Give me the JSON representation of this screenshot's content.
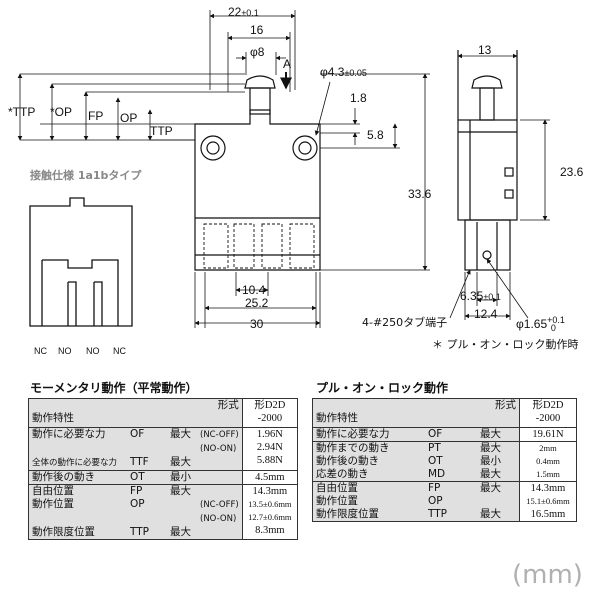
{
  "drawing": {
    "dims": {
      "d22": "22",
      "d22_tol": "±0.1",
      "d16": "16",
      "d8": "φ8",
      "arrow_a": "A",
      "d43": "φ4.3",
      "d43_tol": "±0.05",
      "d18": "1.8",
      "d58": "5.8",
      "d336": "33.6",
      "d104": "10.4",
      "d252": "25.2",
      "d30": "30",
      "d13": "13",
      "d236": "23.6",
      "d635": "6.35",
      "d635_tol": "±0.1",
      "d124": "12.4",
      "d165": "φ1.65",
      "d165_tol_up": "+0.1",
      "d165_tol_dn": "0"
    },
    "side_labels": [
      "*TTP",
      "*OP",
      "FP",
      "OP",
      "TTP"
    ],
    "contact_title": "接触仕様 1a1bタイプ",
    "terminals": [
      "NC",
      "NO",
      "NO",
      "NC"
    ],
    "tab_note": "4-#250タブ端子",
    "pull_note": "＊ プル・オン・ロック動作時"
  },
  "momentary": {
    "title": "モーメンタリ動作（平常動作）",
    "head_left": "動作特性",
    "head_right_top": "形式",
    "model_top": "形D2D",
    "model_bottom": "-2000",
    "rows": [
      {
        "a": "動作に必要な力",
        "b": "OF",
        "c": "最大",
        "d": "(NC-OFF)",
        "v": "1.96N"
      },
      {
        "a": "",
        "b": "",
        "c": "",
        "d": "(NO-ON)",
        "v": "2.94N"
      },
      {
        "a": "全体の動作に必要な力",
        "b": "TTF",
        "c": "最大",
        "d": "",
        "v": "5.88N"
      },
      {
        "a": "動作後の動き",
        "b": "OT",
        "c": "最小",
        "d": "",
        "v": "4.5mm"
      },
      {
        "a": "自由位置",
        "b": "FP",
        "c": "最大",
        "d": "",
        "v": "14.3mm"
      },
      {
        "a": "動作位置",
        "b": "OP",
        "c": "",
        "d": "(NC-OFF)",
        "v": "13.5±0.6mm"
      },
      {
        "a": "",
        "b": "",
        "c": "",
        "d": "(NO-ON)",
        "v": "12.7±0.6mm"
      },
      {
        "a": "動作限度位置",
        "b": "TTP",
        "c": "最大",
        "d": "",
        "v": "8.3mm"
      }
    ]
  },
  "pull_on_lock": {
    "title": "プル・オン・ロック動作",
    "head_left": "動作特性",
    "head_right_top": "形式",
    "model_top": "形D2D",
    "model_bottom": "-2000",
    "rows": [
      {
        "a": "動作に必要な力",
        "b": "OF",
        "c": "最大",
        "v": "19.61N"
      },
      {
        "a": "動作までの動き",
        "b": "PT",
        "c": "最大",
        "v": "2mm"
      },
      {
        "a": "動作後の動き",
        "b": "OT",
        "c": "最小",
        "v": "0.4mm"
      },
      {
        "a": "応差の動き",
        "b": "MD",
        "c": "最大",
        "v": "1.5mm"
      },
      {
        "a": "自由位置",
        "b": "FP",
        "c": "最大",
        "v": "14.3mm"
      },
      {
        "a": "動作位置",
        "b": "OP",
        "c": "",
        "v": "15.1±0.6mm"
      },
      {
        "a": "動作限度位置",
        "b": "TTP",
        "c": "最大",
        "v": "16.5mm"
      }
    ]
  },
  "unit_label": "(mm)"
}
